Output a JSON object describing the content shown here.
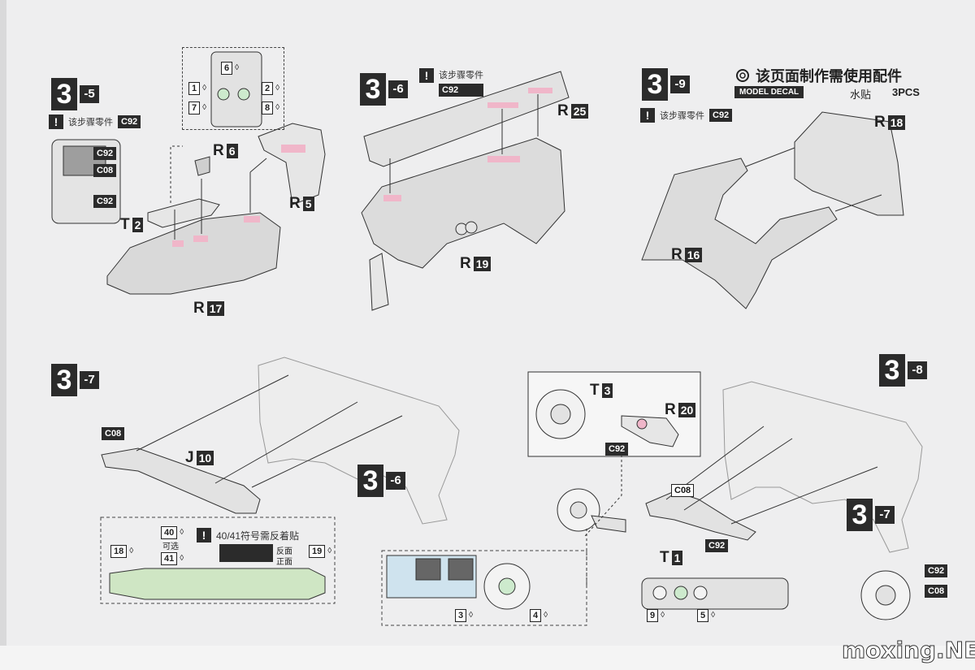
{
  "steps": {
    "s35": {
      "main": "3",
      "sub": "-5"
    },
    "s36": {
      "main": "3",
      "sub": "-6"
    },
    "s39": {
      "main": "3",
      "sub": "-9"
    },
    "s37": {
      "main": "3",
      "sub": "-7"
    },
    "s38": {
      "main": "3",
      "sub": "-8"
    },
    "ref36": {
      "main": "3",
      "sub": "-6"
    },
    "ref37": {
      "main": "3",
      "sub": "-7"
    }
  },
  "notes": {
    "step_parts": "该步骤零件",
    "decal_reverse": "40/41符号需反着贴",
    "reverse": "反面",
    "front": "正面",
    "optional": "可选"
  },
  "header_right": {
    "title": "该页面制作需使用配件",
    "model_decal": "MODEL DECAL",
    "water_decal": "水贴",
    "pcs": "3PCS"
  },
  "codes": {
    "c92": "C92",
    "c08": "C08"
  },
  "parts": {
    "T2": {
      "letter": "T",
      "num": "2"
    },
    "R6": {
      "letter": "R",
      "num": "6"
    },
    "R5": {
      "letter": "R",
      "num": "5"
    },
    "R17": {
      "letter": "R",
      "num": "17"
    },
    "R25": {
      "letter": "R",
      "num": "25"
    },
    "R19": {
      "letter": "R",
      "num": "19"
    },
    "R18": {
      "letter": "R",
      "num": "18"
    },
    "R16": {
      "letter": "R",
      "num": "16"
    },
    "J10": {
      "letter": "J",
      "num": "10"
    },
    "T3": {
      "letter": "T",
      "num": "3"
    },
    "R20": {
      "letter": "R",
      "num": "20"
    },
    "T1": {
      "letter": "T",
      "num": "1"
    }
  },
  "decal_numbers": [
    "1",
    "2",
    "3",
    "4",
    "5",
    "6",
    "7",
    "8",
    "9",
    "18",
    "19",
    "40",
    "41"
  ],
  "watermark": "moxing.NET",
  "icons": {
    "info": "exclamation-icon",
    "drop": "water-drop-icon",
    "gear": "gear-icon"
  }
}
